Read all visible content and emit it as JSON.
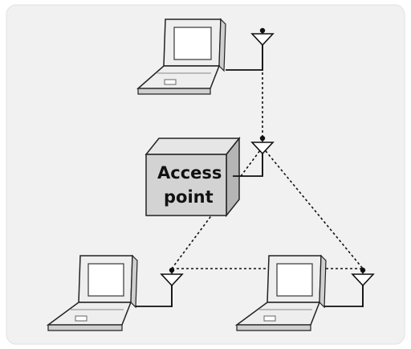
{
  "diagram": {
    "access_point": {
      "label_line1": "Access",
      "label_line2": "point"
    },
    "nodes": [
      {
        "name": "laptop-top",
        "kind": "laptop"
      },
      {
        "name": "access-point",
        "kind": "access-point"
      },
      {
        "name": "laptop-bottom-left",
        "kind": "laptop"
      },
      {
        "name": "laptop-bottom-right",
        "kind": "laptop"
      }
    ],
    "links": [
      {
        "from": "laptop-top",
        "to": "access-point",
        "style": "wireless-dotted"
      },
      {
        "from": "access-point",
        "to": "laptop-bottom-left",
        "style": "wireless-dotted"
      },
      {
        "from": "access-point",
        "to": "laptop-bottom-right",
        "style": "wireless-dotted"
      },
      {
        "from": "laptop-bottom-left",
        "to": "laptop-bottom-right",
        "style": "wireless-dotted"
      }
    ],
    "colors": {
      "background": "#ffffff",
      "panel": "#f1f1f1",
      "device_fill": "#eeeeee",
      "device_dark": "#cfcfcf",
      "screen": "#ffffff",
      "ap_front": "#d3d3d3",
      "ap_side": "#b5b5b5",
      "ap_top": "#e6e6e6",
      "line": "#111111"
    }
  }
}
